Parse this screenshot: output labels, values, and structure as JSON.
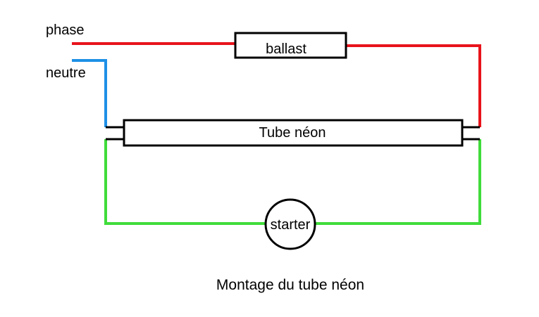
{
  "labels": {
    "phase": "phase",
    "neutre": "neutre",
    "ballast": "ballast",
    "tube": "Tube néon",
    "starter": "starter",
    "caption": "Montage du tube néon"
  },
  "colors": {
    "phase_wire": "#e8131b",
    "neutral_wire": "#1e90e6",
    "starter_wire": "#3fdc3a",
    "component_outline": "#000000",
    "background": "#ffffff"
  }
}
